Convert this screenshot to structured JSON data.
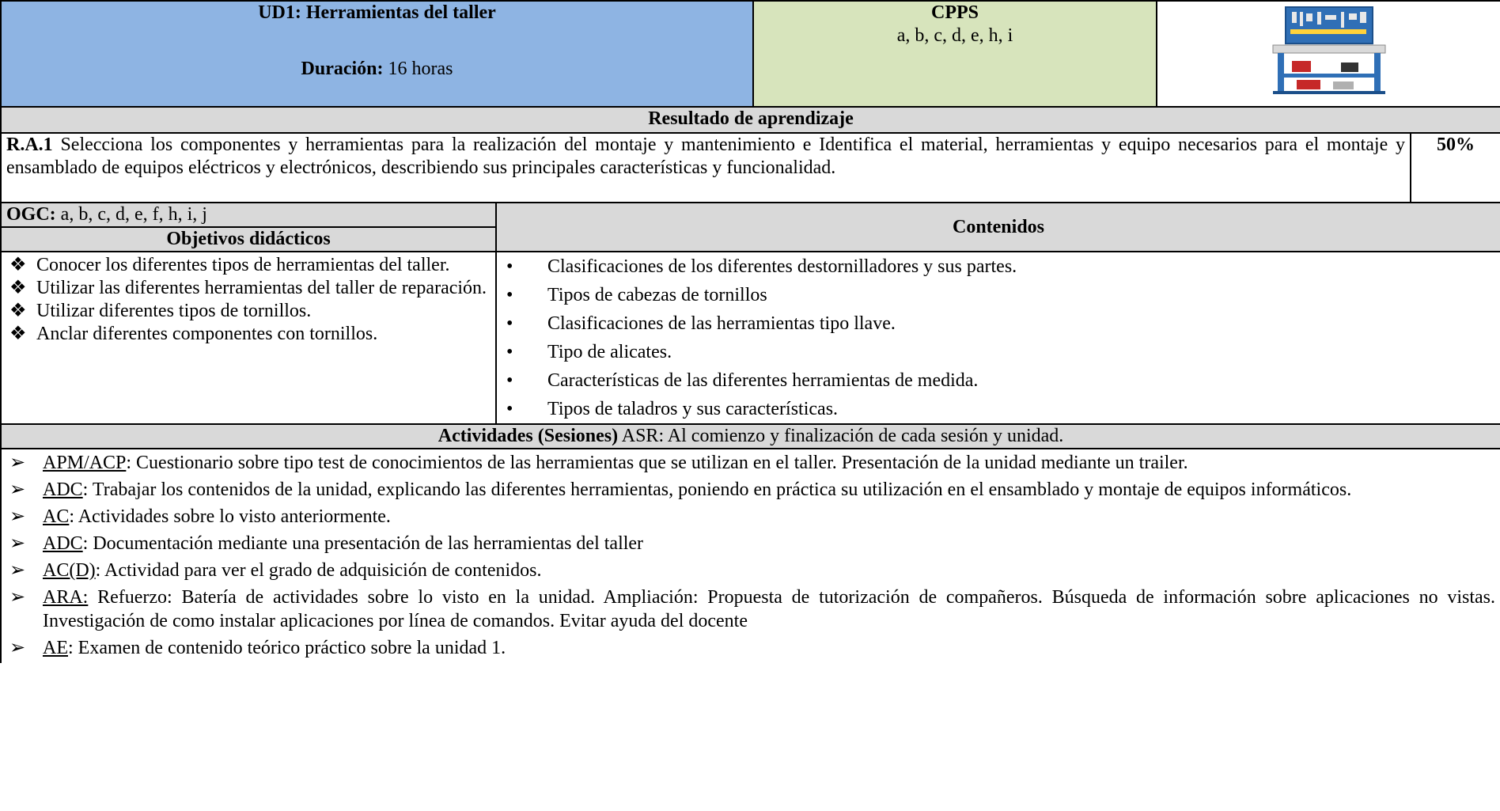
{
  "header": {
    "unit_title": "UD1: Herramientas del taller",
    "duration_label": "Duración:",
    "duration_value": "16 horas",
    "cpps_label": "CPPS",
    "cpps_values": "a, b, c, d, e, h, i",
    "image_icon": "workbench-image"
  },
  "learning_result": {
    "heading": "Resultado de aprendizaje",
    "code": "R.A.1",
    "text": "Selecciona los componentes y herramientas para la realización del montaje y mantenimiento e Identifica el material, herramientas y equipo necesarios para el montaje y ensamblado de equipos eléctricos y electrónicos, describiendo sus principales características y funcionalidad.",
    "weight": "50%"
  },
  "ogc": {
    "label": "OGC:",
    "values": "a, b, c, d, e, f, h, i, j"
  },
  "objectives": {
    "heading": "Objetivos didácticos",
    "items": [
      "Conocer los diferentes tipos de herramientas del taller.",
      "Utilizar las diferentes herramientas del taller de reparación.",
      "Utilizar diferentes tipos de tornillos.",
      "Anclar diferentes componentes con tornillos."
    ]
  },
  "contents": {
    "heading": "Contenidos",
    "items": [
      "Clasificaciones de los diferentes destornilladores y sus partes.",
      "Tipos de cabezas de tornillos",
      "Clasificaciones de las herramientas tipo llave.",
      "Tipo de alicates.",
      "Características de las diferentes herramientas de medida.",
      "Tipos de taladros y sus características."
    ]
  },
  "activities": {
    "heading_bold": "Actividades (Sesiones)",
    "heading_rest": " ASR: Al comienzo y finalización de cada sesión y unidad.",
    "items": [
      {
        "code": "APM/ACP",
        "text": ": Cuestionario sobre tipo test de conocimientos de las herramientas que se utilizan en el taller. Presentación de la unidad mediante un trailer."
      },
      {
        "code": "ADC",
        "text": ": Trabajar los contenidos de la unidad, explicando las diferentes herramientas, poniendo en práctica su utilización en el ensamblado y montaje de equipos informáticos."
      },
      {
        "code": "AC",
        "text": ": Actividades sobre lo visto anteriormente."
      },
      {
        "code": "ADC",
        "text": ": Documentación mediante una presentación de las herramientas del taller"
      },
      {
        "code": "AC(D)",
        "text": ": Actividad para ver el grado de adquisición de contenidos."
      },
      {
        "code": "ARA:",
        "text": " Refuerzo: Batería de actividades sobre lo visto en la unidad. Ampliación: Propuesta de tutorización de compañeros. Búsqueda de información sobre aplicaciones no vistas. Investigación de como instalar aplicaciones por línea de comandos. Evitar ayuda del docente"
      },
      {
        "code": "AE",
        "text": ": Examen de contenido teórico práctico sobre la unidad 1."
      }
    ]
  }
}
